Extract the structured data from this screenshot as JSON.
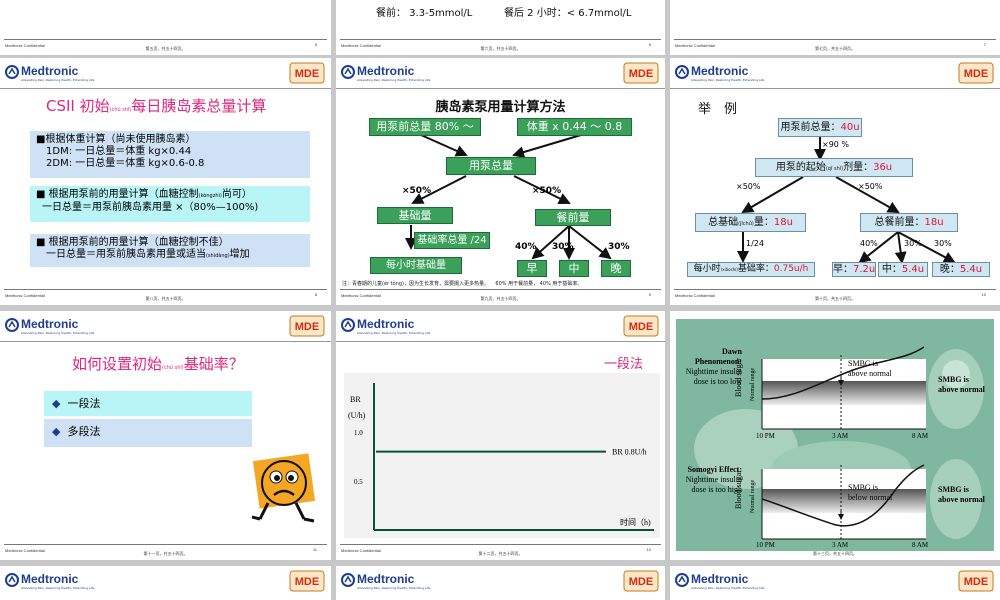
{
  "common": {
    "footer_confidential": "Medtronic Confidential",
    "logo_text": "Medtronic",
    "logo_tagline": "Alleviating Pain, Restoring Health, Extending Life",
    "mde_text": "MDE"
  },
  "slide_top_middle": {
    "text_fasting": "餐前： 3.3-5mmol/L",
    "text_postprandial": "餐后 2 小时：< 6.7mmol/L"
  },
  "slides_top": [
    {
      "page_text": "第五页，共五十四页。",
      "num": "5"
    },
    {
      "page_text": "第六页，共五十四页。",
      "num": "6"
    },
    {
      "page_text": "第七页，共五十四页。",
      "num": "7"
    }
  ],
  "slide1": {
    "title_a": "CSII 初始",
    "title_ruby": "(chū shǐ)",
    "title_b": "每日胰岛素总量计算",
    "box1_heading": "根据体重计算（尚未使用胰岛素）",
    "box1_line1": "1DM: 一日总量＝体重 kg×0.44",
    "box1_line2": "2DM: 一日总量＝体重 kg×0.6-0.8",
    "box2_heading": "根据用泵前的用量计算（血糖控制",
    "box2_ruby": "(kòngzhì)",
    "box2_heading_end": "尚可）",
    "box2_line": "一日总量＝用泵前胰岛素用量 ×（80%—100%)",
    "box3_heading": "根据用泵前的用量计算（血糖控制不佳）",
    "box3_line_a": "一日总量＝用泵前胰岛素用量或适当",
    "box3_ruby": "(shìdàng)",
    "box3_line_b": "增加",
    "page_text": "第八页，共五十四页。",
    "num": "8"
  },
  "slide2": {
    "title": "胰岛素泵用量计算方法",
    "box_prepump": "用泵前总量 80% ～",
    "box_weight": "体重 x 0.44 ～ 0.8",
    "box_pump_total": "用泵总量",
    "label_left_50": "×50%",
    "label_right_50": "×50%",
    "box_basal": "基础量",
    "box_prebolus": "餐前量",
    "box_basal_rate": "基础率总量 /24",
    "box_hourly": "每小时基础量",
    "pct_breakfast": "40%",
    "pct_lunch": "30%",
    "pct_dinner": "30%",
    "box_breakfast": "早",
    "box_lunch": "中",
    "box_dinner": "晚",
    "note_a": "注：青春期的儿童",
    "note_ruby": "(ér tóng)",
    "note_b": "，因为生长发育，需要摄入更多热量。",
    "note_c": "60% 用于餐前量， 40% 用于基础率。",
    "page_text": "第九页，共五十四页。",
    "num": "9"
  },
  "slide3": {
    "title": "举　例",
    "box_prepump_label": "用泵前总量：",
    "box_prepump_val": "40u",
    "label_90": "×90 %",
    "box_start_a": "用泵的起始",
    "box_start_ruby": "(qǐ shǐ)",
    "box_start_b": "剂量：",
    "box_start_val": "36u",
    "label_left_50": "×50%",
    "label_right_50": "×50%",
    "box_basal_a": "总基础",
    "box_basal_ruby": "(jīchǔ)",
    "box_basal_b": "量：",
    "box_basal_val": "18u",
    "box_prebolus_label": "总餐前量：",
    "box_prebolus_val": "18u",
    "label_24": "1/24",
    "pct_breakfast": "40%",
    "pct_lunch": "30%",
    "pct_dinner": "30%",
    "hourly_a": "每小时",
    "hourly_ruby": "(xiǎoshí)",
    "hourly_b": "基础率：",
    "hourly_val": "0.75u/h",
    "breakfast_label": "早：",
    "breakfast_val": "7.2u",
    "lunch_label": "中：",
    "lunch_val": "5.4u",
    "dinner_label": "晚：",
    "dinner_val": "5.4u",
    "page_text": "第十页，共五十四页。",
    "num": "10"
  },
  "slide4": {
    "title_a": "如何设置初始",
    "title_ruby": "(chū shǐ)",
    "title_b": "基础率？",
    "item1": "一段法",
    "item2": "多段法",
    "page_text": "第十一页，共五十四页。",
    "num": "11"
  },
  "slide5": {
    "title": "一段法",
    "ylabel_a": "BR",
    "ylabel_b": "(U/h)",
    "tick_1": "1.0",
    "tick_05": "0.5",
    "line_label": "BR 0.8U/h",
    "xlabel": "时间（h)",
    "page_text": "第十二页，共五十四页。",
    "num": "12",
    "chart_data": {
      "type": "line",
      "series": [
        {
          "name": "BR 0.8U/h",
          "values": [
            0.8,
            0.8
          ]
        }
      ],
      "x": [
        0,
        24
      ],
      "xlabel": "时间（h)",
      "ylabel": "BR (U/h)",
      "yticks": [
        "1.0",
        "0.5"
      ]
    }
  },
  "slide6": {
    "dawn_title": "Dawn Phenomenon:",
    "dawn_desc1": "Nighttime insulin",
    "dawn_desc2": "dose is too low",
    "somogyi_title": "Somogyi Effect:",
    "somogyi_desc1": "Nighttime insulin",
    "somogyi_desc2": "dose is too high",
    "ylabel": "Blood sugar",
    "normal_range": "Normal range",
    "smbg_above1": "SMBG is",
    "smbg_above2": "above normal",
    "smbg_below1": "SMBG is",
    "smbg_below2": "below normal",
    "right_above1": "SMBG is",
    "right_above2": "above normal",
    "right_above3": "SMBG is",
    "right_above4": "above normal",
    "t_10pm": "10 PM",
    "t_3am": "3 AM",
    "t_8am": "8 AM",
    "t_10pm_b": "10 PM",
    "t_3am_b": "3 AM",
    "t_8am_b": "8 AM",
    "page_text": "第十三页，共五十四页。"
  }
}
